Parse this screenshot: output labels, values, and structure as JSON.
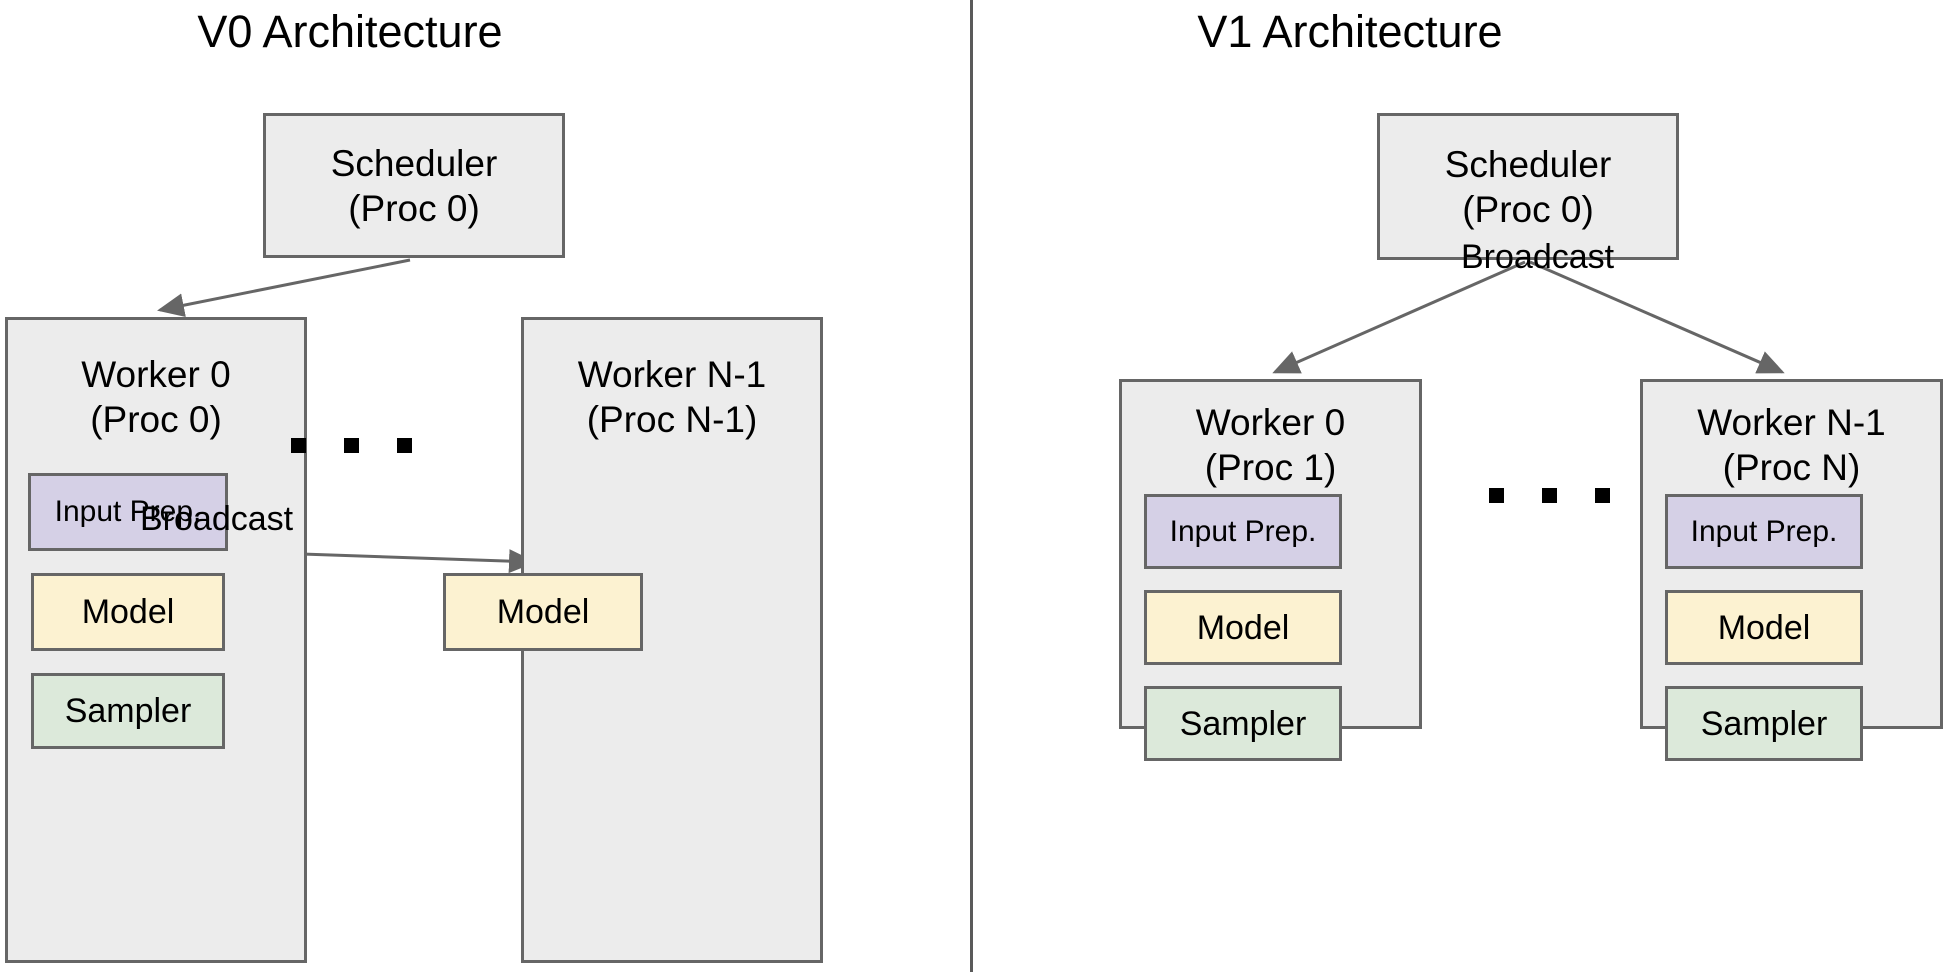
{
  "diagram": {
    "title_left": "V0 Architecture",
    "title_right": "V1 Architecture",
    "ellipsis": "...",
    "colors": {
      "input_prep": "#d5d0e6",
      "model": "#fcf2d1",
      "sampler": "#dce9da",
      "container": "#ececec",
      "border": "#666666",
      "arrow": "#666666",
      "divider": "#5a5a5a"
    }
  },
  "v0": {
    "title": "V0 Architecture",
    "scheduler": {
      "label": "Scheduler\n(Proc 0)"
    },
    "worker_0": {
      "title": "Worker 0\n(Proc 0)",
      "input_prep": "Input Prep.",
      "model": "Model",
      "sampler": "Sampler"
    },
    "worker_n": {
      "title": "Worker N-1\n(Proc N-1)",
      "model": "Model"
    },
    "broadcast_label": "Broadcast",
    "ellipsis": "..."
  },
  "v1": {
    "title": "V1 Architecture",
    "scheduler": {
      "label": "Scheduler\n(Proc 0)"
    },
    "broadcast_label": "Broadcast",
    "worker_0": {
      "title": "Worker 0\n(Proc 1)",
      "input_prep": "Input Prep.",
      "model": "Model",
      "sampler": "Sampler"
    },
    "worker_n": {
      "title": "Worker N-1\n(Proc N)",
      "input_prep": "Input Prep.",
      "model": "Model",
      "sampler": "Sampler"
    },
    "ellipsis": "..."
  }
}
